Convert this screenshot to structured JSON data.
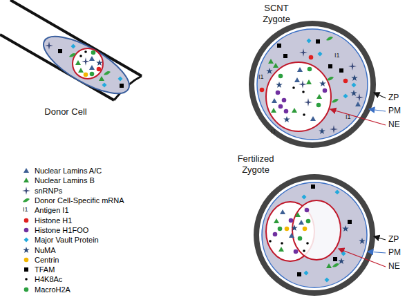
{
  "diagram": {
    "nodes": [
      {
        "text": [
          "Donor Cell"
        ]
      },
      {
        "text": [
          "SCNT Zygote"
        ]
      },
      {
        "text": [
          "Fertilized Zygote"
        ]
      }
    ],
    "labels": [
      "ZP",
      "PM",
      "NE",
      "ZP",
      "PM",
      "NE",
      "I1",
      "I1",
      "I1",
      "I1",
      "I1"
    ],
    "legend": [
      {
        "text": "Nuclear Lamins A/C"
      },
      {
        "text": "Nuclear Lamins B"
      },
      {
        "text": "snRNPs"
      },
      {
        "text": "Donor Cell-Specific mRNA"
      },
      {
        "text": "Antigen I1"
      },
      {
        "text": "Histone H1"
      },
      {
        "text": "Histone H1FOO"
      },
      {
        "text": "Major Vault Protein"
      },
      {
        "text": "NuMA"
      },
      {
        "text": "Centrin"
      },
      {
        "text": "TFAM"
      },
      {
        "text": "H4K8Ac"
      },
      {
        "text": "MacroH2A"
      }
    ]
  }
}
